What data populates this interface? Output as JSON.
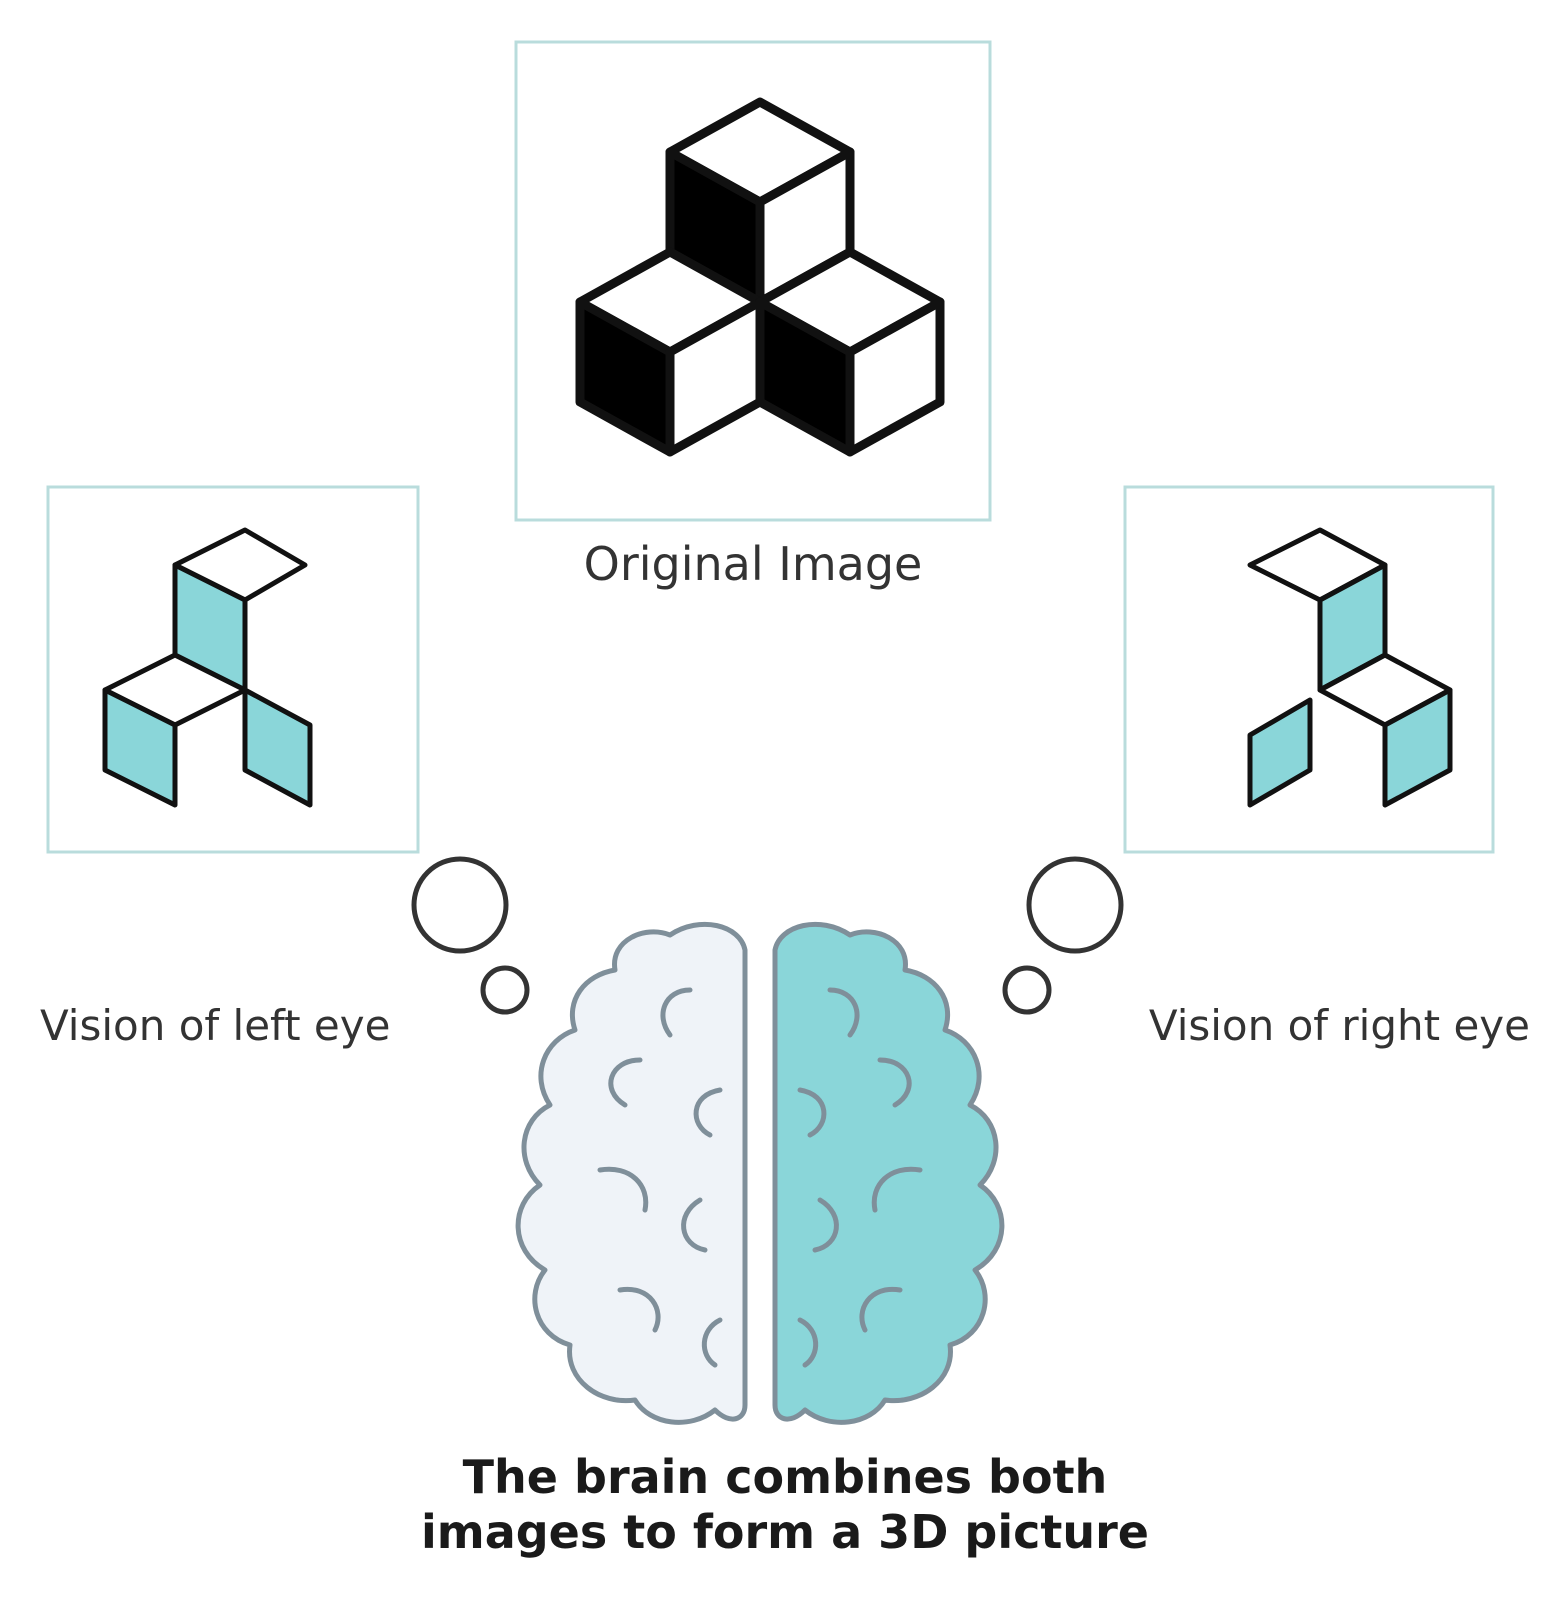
{
  "labels": {
    "original": "Original Image",
    "left_eye": "Vision of left eye",
    "right_eye": "Vision of right eye",
    "caption_line1": "The brain combines both",
    "caption_line2": "images to form a 3D picture"
  },
  "colors": {
    "frame": "#b9dcdc",
    "teal": "#8ad6d9",
    "brain_left_fill": "#eff3f8",
    "brain_right_fill": "#8ad6d9",
    "outline": "#1a1a1a",
    "brain_outline": "#7f8f9a"
  }
}
